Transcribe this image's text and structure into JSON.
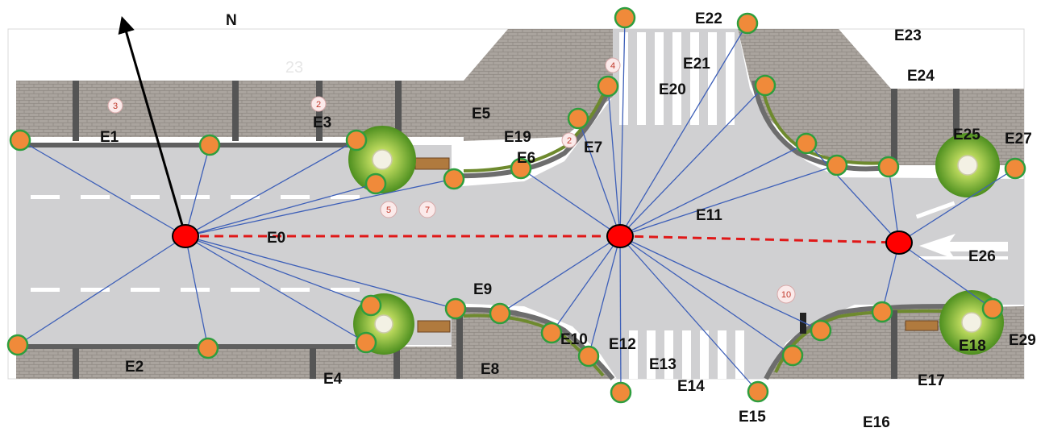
{
  "north_label": "N",
  "edge_labels": [
    "E0",
    "E1",
    "E2",
    "E3",
    "E4",
    "E5",
    "E6",
    "E7",
    "E8",
    "E9",
    "E10",
    "E11",
    "E12",
    "E13",
    "E14",
    "E15",
    "E16",
    "E17",
    "E18",
    "E19",
    "E20",
    "E21",
    "E22",
    "E23",
    "E24",
    "E25",
    "E26",
    "E27",
    "E29"
  ],
  "plan_numbers": [
    "3",
    "2",
    "4",
    "2",
    "5",
    "7",
    "10",
    "23"
  ],
  "colors": {
    "sensor_fill": "#f08a3a",
    "sensor_stroke": "#2e9e3e",
    "hub_fill": "#ff0000",
    "link_color": "#3d5fb8",
    "backbone_color": "#e01818",
    "road": "#cfcfd1",
    "paving": "#a9a39d"
  }
}
